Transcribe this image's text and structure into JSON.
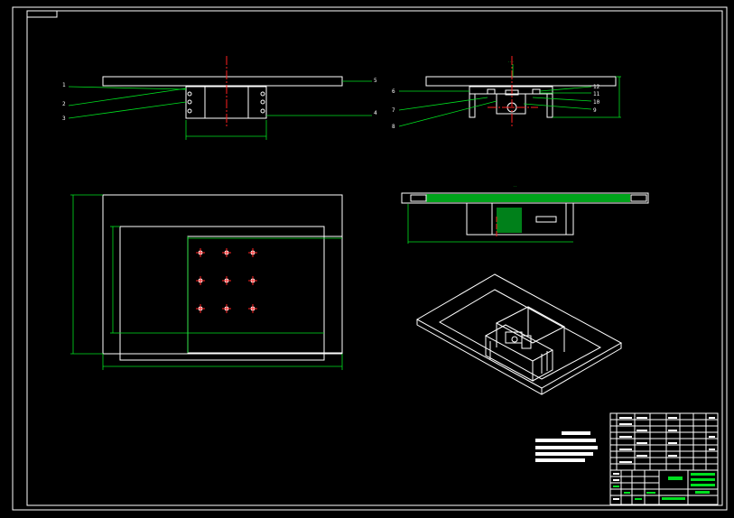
{
  "drawing": {
    "front_view_labels": [
      "1",
      "2",
      "3",
      "5",
      "4"
    ],
    "side_view_labels": [
      "6",
      "7",
      "8",
      "12",
      "11",
      "10",
      "9"
    ]
  },
  "colors": {
    "background": "#000000",
    "outline": "#ffffff",
    "dimension": "#00e020",
    "centerline": "#ff2020"
  }
}
